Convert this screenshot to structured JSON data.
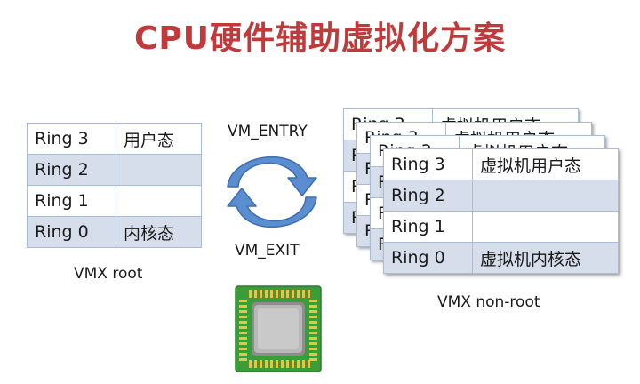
{
  "title": "CPU硬件辅助虚拟化方案",
  "host": {
    "rows": [
      {
        "ring": "Ring 3",
        "mode": "用户态"
      },
      {
        "ring": "Ring 2",
        "mode": ""
      },
      {
        "ring": "Ring 1",
        "mode": ""
      },
      {
        "ring": "Ring 0",
        "mode": "内核态"
      }
    ],
    "caption": "VMX root"
  },
  "transitions": {
    "entry": "VM_ENTRY",
    "exit": "VM_EXIT"
  },
  "guest": {
    "rows": [
      {
        "ring": "Ring 3",
        "mode": "虚拟机用户态"
      },
      {
        "ring": "Ring 2",
        "mode": ""
      },
      {
        "ring": "Ring 1",
        "mode": ""
      },
      {
        "ring": "Ring 0",
        "mode": "虚拟机内核态"
      }
    ],
    "caption": "VMX non-root"
  },
  "colors": {
    "title": "#c0393b",
    "row_alt": "#d5deea",
    "cell_border": "#a9bcd6",
    "arrow_fill": "#5b8ed1",
    "arrow_stroke": "#3c6eb0",
    "chip_board": "#3a9d3a",
    "chip_die": "#b8b8b8",
    "chip_pins": "#e8c24a"
  },
  "icons": [
    "cycle-arrows-icon",
    "cpu-chip-icon"
  ]
}
